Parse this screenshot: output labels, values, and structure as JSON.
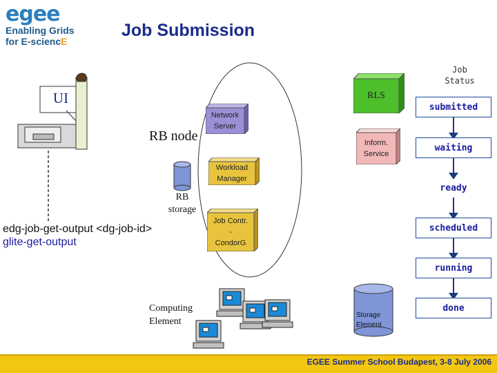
{
  "header": {
    "logo_letters": "egee",
    "logo_line1": "Enabling Grids",
    "logo_line2_a": "for E-scienc",
    "logo_line2_b": "E",
    "title": "Job Submission"
  },
  "components": {
    "ui_label": "UI",
    "rb_node_label": "RB node",
    "network_server": "Network\nServer",
    "workload_manager": "Workload\nManager",
    "rb_storage": "RB\nstorage",
    "job_contr": "Job Contr.\n-\nCondorG",
    "rls": "RLS",
    "inform_service": "Inform.\nService",
    "computing_element": "Computing\nElement",
    "storage_element": "Storage\nElement"
  },
  "job_status": {
    "title": "Job\nStatus",
    "states": [
      "submitted",
      "waiting",
      "ready",
      "scheduled",
      "running",
      "done"
    ]
  },
  "commands": {
    "line1": "edg-job-get-output <dg-job-id>",
    "line2": "glite-get-output"
  },
  "footer": {
    "text": "EGEE Summer School Budapest, 3-8 July 2006"
  },
  "colors": {
    "title": "#1b2c8a",
    "rls_box": "#4cbf2a",
    "network_server_box": "#9b8fd6",
    "workload_manager_box": "#e8c43e",
    "job_contr_box": "#e8c43e",
    "inform_service_box": "#f2b8b8",
    "storage_cylinder": "#7f95d8",
    "status_text": "#1a1aa0",
    "command_text": "#1a1aa0",
    "footer_bar": "#f3c612"
  }
}
